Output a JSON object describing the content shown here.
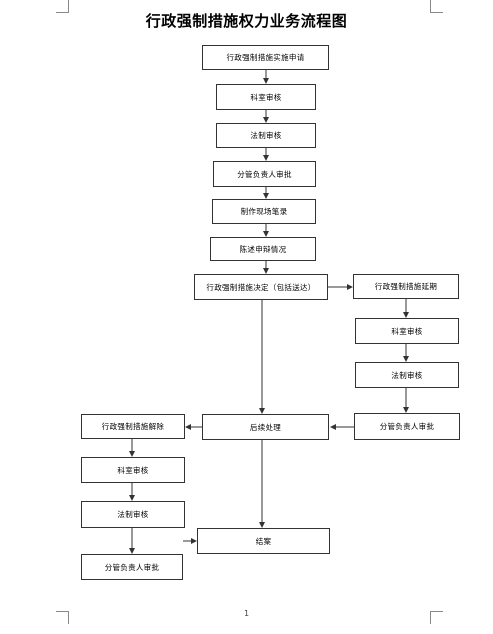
{
  "title": "行政强制措施权力业务流程图",
  "nodes": {
    "apply": "行政强制措施实施申请",
    "review1": "科室审核",
    "legal1": "法制审核",
    "approve1": "分管负责人审批",
    "record": "制作现场笔录",
    "defense": "陈述申辩情况",
    "decision": "行政强制措施决定（包括送达）",
    "extend": "行政强制措施延期",
    "review2": "科室审核",
    "legal2": "法制审核",
    "approve2": "分管负责人审批",
    "followup": "后续处理",
    "release": "行政强制措施解除",
    "review3": "科室审核",
    "legal3": "法制审核",
    "approve3": "分管负责人审批",
    "close": "结案"
  },
  "page_number": "1",
  "colors": {
    "border": "#333333",
    "line": "#333333"
  }
}
